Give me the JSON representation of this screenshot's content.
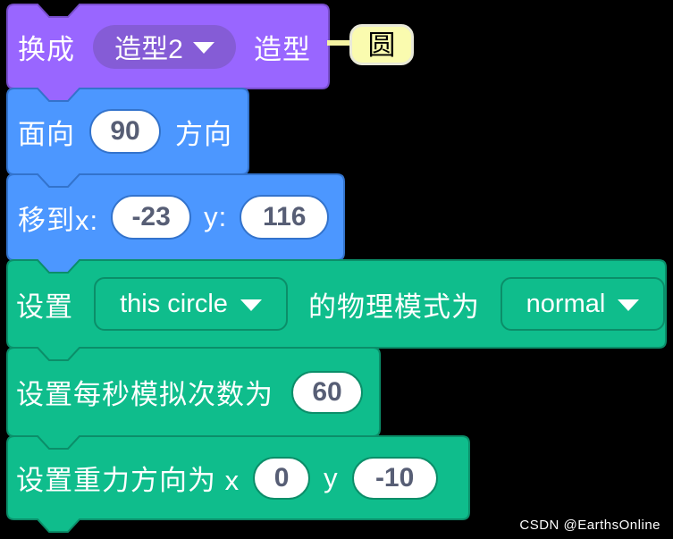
{
  "colors": {
    "background": "#000000",
    "looks": {
      "fill": "#9966FF",
      "border": "#774DCB",
      "field": "#855CD6"
    },
    "motion": {
      "fill": "#4C97FF",
      "border": "#3373CC"
    },
    "physics": {
      "fill": "#0FBD8C",
      "border": "#0B8E69"
    },
    "input_text": "#575E75",
    "comment": {
      "fill": "#FAFBAF",
      "border": "#E9E9D8",
      "connector": "#F5F3A2"
    }
  },
  "icons": {
    "dropdown_arrow": "triangle-down"
  },
  "blocks": {
    "switch_costume": {
      "prefix": "换成",
      "costume": "造型2",
      "suffix": "造型"
    },
    "comment": {
      "text": "圆"
    },
    "point_direction": {
      "prefix": "面向",
      "direction": "90",
      "suffix": "方向"
    },
    "goto_xy": {
      "prefix": "移到x:",
      "x": "-23",
      "y_label": "y:",
      "y": "116"
    },
    "set_physics_mode": {
      "prefix": "设置",
      "target": "this circle",
      "mid": "的物理模式为",
      "mode": "normal"
    },
    "set_sim_rate": {
      "label": "设置每秒模拟次数为",
      "value": "60"
    },
    "set_gravity": {
      "label": "设置重力方向为 x",
      "x": "0",
      "y_label": "y",
      "y": "-10"
    }
  },
  "watermark": "CSDN @EarthsOnline"
}
